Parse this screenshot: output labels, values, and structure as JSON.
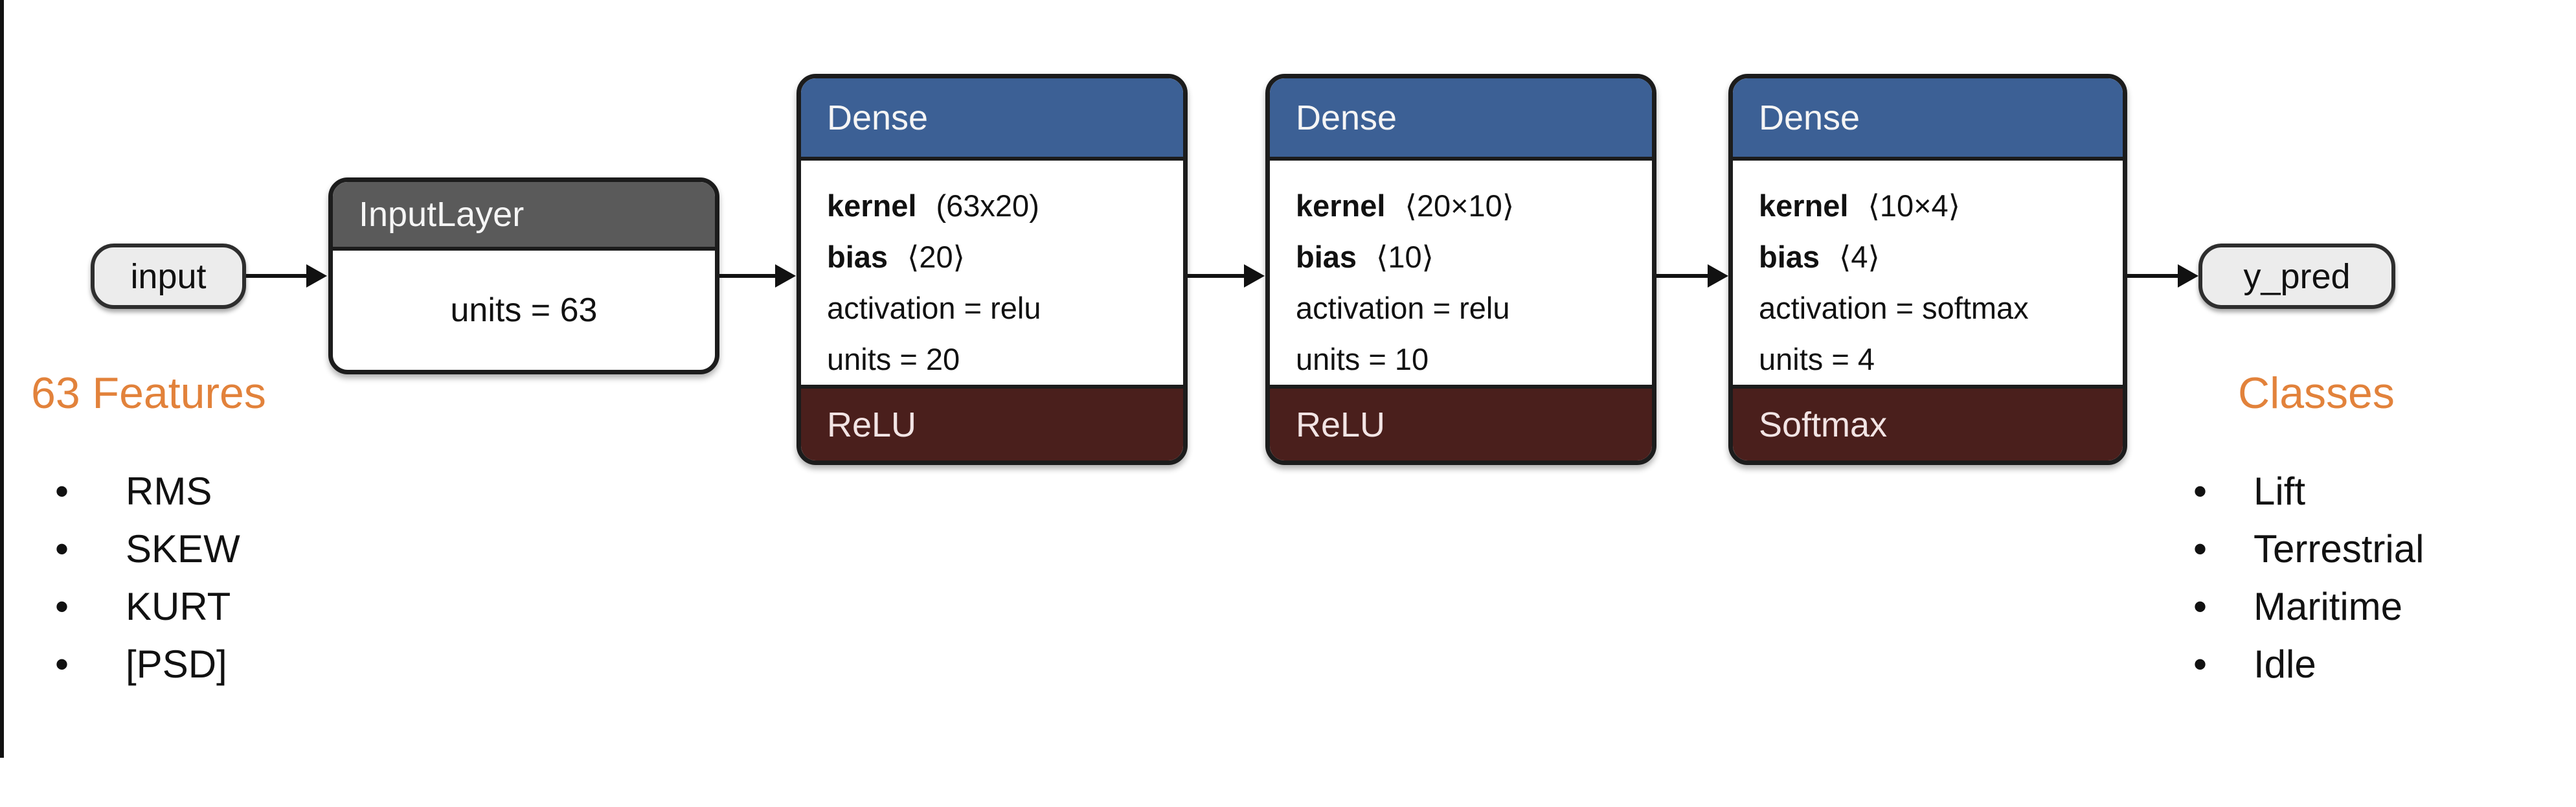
{
  "nodes": {
    "input_label": "input",
    "output_label": "y_pred"
  },
  "input_layer": {
    "title": "InputLayer",
    "units": "units = 63"
  },
  "dense_layers": [
    {
      "title": "Dense",
      "kernel_label": "kernel",
      "kernel_shape": "(63x20)",
      "bias_label": "bias",
      "bias_shape": "⟨20⟩",
      "activation": "activation = relu",
      "units": "units = 20",
      "activation_bar": "ReLU"
    },
    {
      "title": "Dense",
      "kernel_label": "kernel",
      "kernel_shape": "⟨20×10⟩",
      "bias_label": "bias",
      "bias_shape": "⟨10⟩",
      "activation": "activation = relu",
      "units": "units = 10",
      "activation_bar": "ReLU"
    },
    {
      "title": "Dense",
      "kernel_label": "kernel",
      "kernel_shape": "⟨10×4⟩",
      "bias_label": "bias",
      "bias_shape": "⟨4⟩",
      "activation": "activation = softmax",
      "units": "units = 4",
      "activation_bar": "Softmax"
    }
  ],
  "annotations": {
    "features": {
      "heading": "63 Features",
      "items": [
        "RMS",
        "SKEW",
        "KURT",
        "[PSD]"
      ]
    },
    "classes": {
      "heading": "Classes",
      "items": [
        "Lift",
        "Terrestrial",
        "Maritime",
        "Idle"
      ]
    },
    "bullet_glyph": "•"
  },
  "colors": {
    "dense_header_blue": "#3c6095",
    "activation_bar_maroon": "#4a1f1c",
    "input_layer_header_gray": "#5a5a5a",
    "accent_orange": "#e2823b",
    "node_fill": "#ececec"
  }
}
